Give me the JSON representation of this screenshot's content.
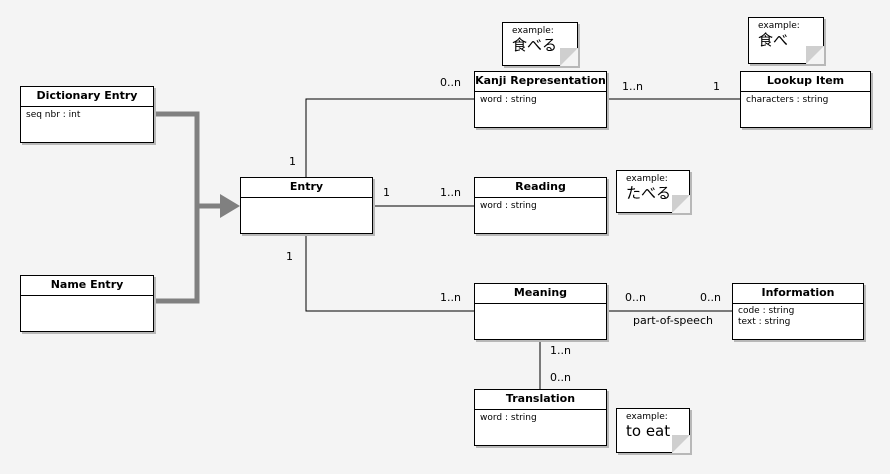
{
  "classes": {
    "dictionary_entry": {
      "title": "Dictionary Entry",
      "attributes": [
        "seq nbr : int"
      ]
    },
    "name_entry": {
      "title": "Name Entry",
      "attributes": []
    },
    "entry": {
      "title": "Entry",
      "attributes": []
    },
    "kanji_representation": {
      "title": "Kanji Representation",
      "attributes": [
        "word : string"
      ]
    },
    "lookup_item": {
      "title": "Lookup Item",
      "attributes": [
        "characters : string"
      ]
    },
    "reading": {
      "title": "Reading",
      "attributes": [
        "word : string"
      ]
    },
    "meaning": {
      "title": "Meaning",
      "attributes": []
    },
    "information": {
      "title": "Information",
      "attributes": [
        "code : string",
        "text : string"
      ]
    },
    "translation": {
      "title": "Translation",
      "attributes": [
        "word : string"
      ]
    }
  },
  "notes": {
    "kanji": {
      "label": "example:",
      "value": "食べる"
    },
    "lookup": {
      "label": "example:",
      "value": "食べ"
    },
    "reading": {
      "label": "example:",
      "value": "たべる"
    },
    "translation": {
      "label": "example:",
      "value": "to eat"
    }
  },
  "multiplicities": {
    "entry_kanji_entry": "1",
    "entry_kanji_kanji": "0..n",
    "kanji_lookup_kanji": "1..n",
    "kanji_lookup_lookup": "1",
    "entry_reading_entry": "1",
    "entry_reading_reading": "1..n",
    "entry_meaning_entry": "1",
    "entry_meaning_meaning": "1..n",
    "meaning_information_meaning": "0..n",
    "meaning_information_information": "0..n",
    "meaning_translation_meaning": "1..n",
    "meaning_translation_translation": "0..n"
  },
  "association_labels": {
    "meaning_information": "part-of-speech"
  },
  "colors": {
    "generalization_arrow": "#808080",
    "line": "#000000",
    "background": "#f4f4f4"
  }
}
